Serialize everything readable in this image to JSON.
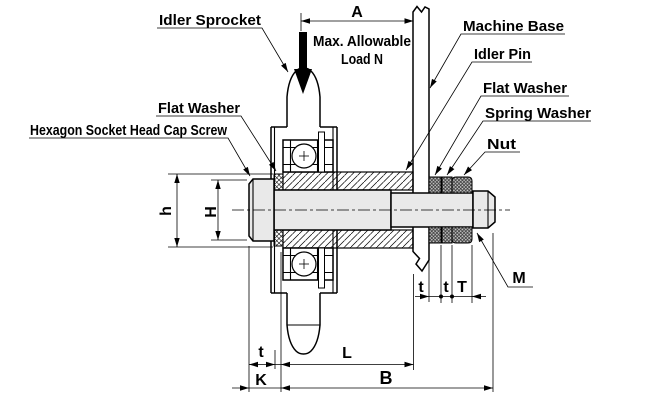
{
  "drawing": {
    "labels": {
      "idler_sprocket": "Idler Sprocket",
      "machine_base": "Machine Base",
      "idler_pin": "Idler Pin",
      "flat_washer_right": "Flat Washer",
      "spring_washer": "Spring Washer",
      "nut": "Nut",
      "flat_washer_left": "Flat Washer",
      "hex_screw": "Hexagon Socket Head Cap Screw"
    },
    "load_note": {
      "line1": "Max. Allowable",
      "line2": "Load N"
    },
    "dims": {
      "a": "A",
      "b": "B",
      "l": "L",
      "k": "K",
      "m": "M",
      "t_small": "t",
      "t_cap": "T",
      "h_small": "h",
      "h_cap": "H"
    },
    "colors": {
      "b_accent": "#29abe2",
      "metal_fill": "#e9e9e9",
      "line": "#000000"
    }
  }
}
